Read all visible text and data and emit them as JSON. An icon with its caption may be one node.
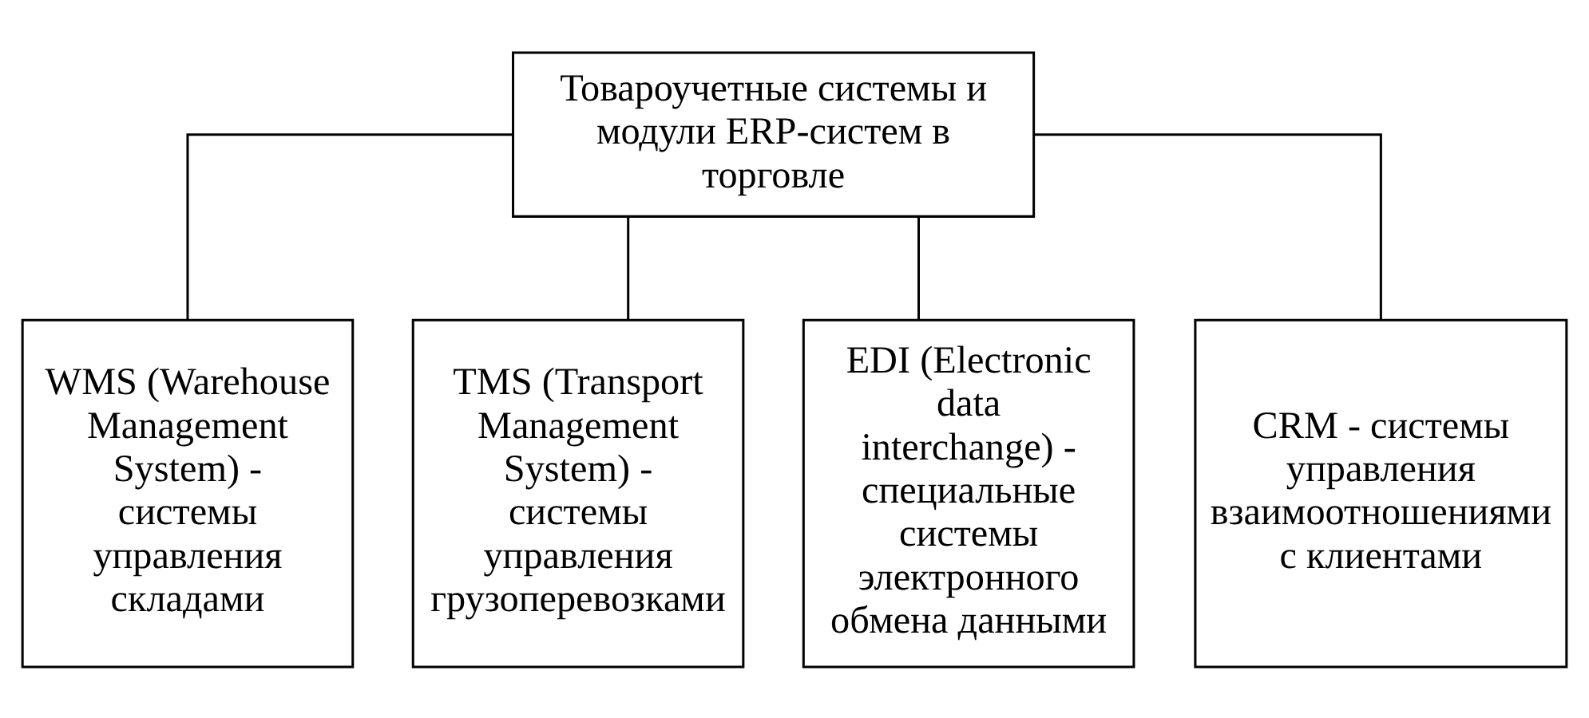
{
  "diagram": {
    "nodes": [
      {
        "text": [
          "Товароучетные системы и модули ERP-систем в торговле"
        ]
      },
      {
        "text": [
          "WMS (Warehouse Management System) - системы управления складами"
        ]
      },
      {
        "text": [
          "TMS (Transport Management System) - системы управления грузоперевозками"
        ]
      },
      {
        "text": [
          "EDI (Electronic data interchange) - специальные системы электронного обмена данными"
        ]
      },
      {
        "text": [
          "CRM - системы управления взаимоотношениями с клиентами"
        ]
      }
    ],
    "edges": [
      {
        "from": 0,
        "to": 1,
        "arrow": "none"
      },
      {
        "from": 0,
        "to": 2,
        "arrow": "none"
      },
      {
        "from": 0,
        "to": 3,
        "arrow": "none"
      },
      {
        "from": 0,
        "to": 4,
        "arrow": "none"
      }
    ]
  }
}
